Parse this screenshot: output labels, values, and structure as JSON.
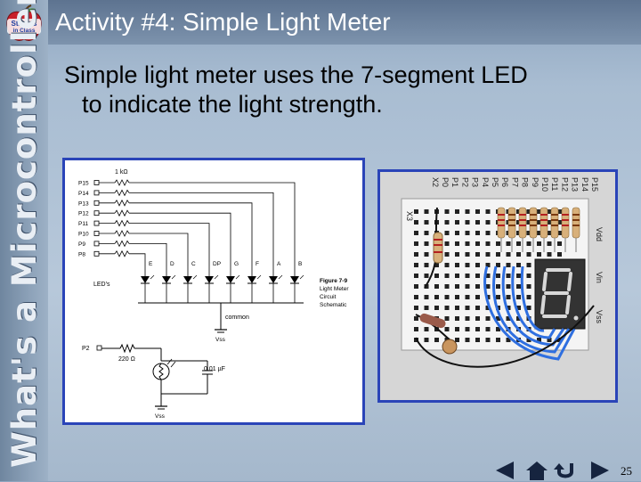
{
  "logo": {
    "line1": "Stamps",
    "line2": "in Class"
  },
  "sidebar": {
    "vertical_title": "What's a Microcontroller?"
  },
  "slide": {
    "title": "Activity #4: Simple Light Meter",
    "body_line1": "Simple light meter uses the 7-segment LED",
    "body_line2": "to indicate the light strength.",
    "page_number": "25"
  },
  "schematic": {
    "resistor_top_label": "1 kΩ",
    "pins": [
      "P15",
      "P14",
      "P13",
      "P12",
      "P11",
      "P10",
      "P9",
      "P8"
    ],
    "segments": [
      "E",
      "D",
      "C",
      "DP",
      "G",
      "F",
      "A",
      "B"
    ],
    "leds_label": "LED's",
    "common_label": "common",
    "vss_label": "Vss",
    "p2_label": "P2",
    "resistor_bottom_label": "220 Ω",
    "cap_label": "0.01 µF",
    "vss_bottom_label": "Vss",
    "caption": [
      "Figure 7-9",
      "Light Meter",
      "Circuit",
      "Schematic"
    ]
  },
  "board": {
    "pin_labels": [
      "P15",
      "P14",
      "P13",
      "P12",
      "P11",
      "P10",
      "P9",
      "P8",
      "P7",
      "P6",
      "P5",
      "P4",
      "P3",
      "P2",
      "P1",
      "P0",
      "X2"
    ],
    "x3_label": "X3",
    "vdd_label": "Vdd",
    "vin_label": "Vin",
    "vss_label": "Vss"
  },
  "colors": {
    "panel_border": "#2a44b8",
    "title_bar": "#5d7390",
    "logo_apple": "#c8202a"
  }
}
